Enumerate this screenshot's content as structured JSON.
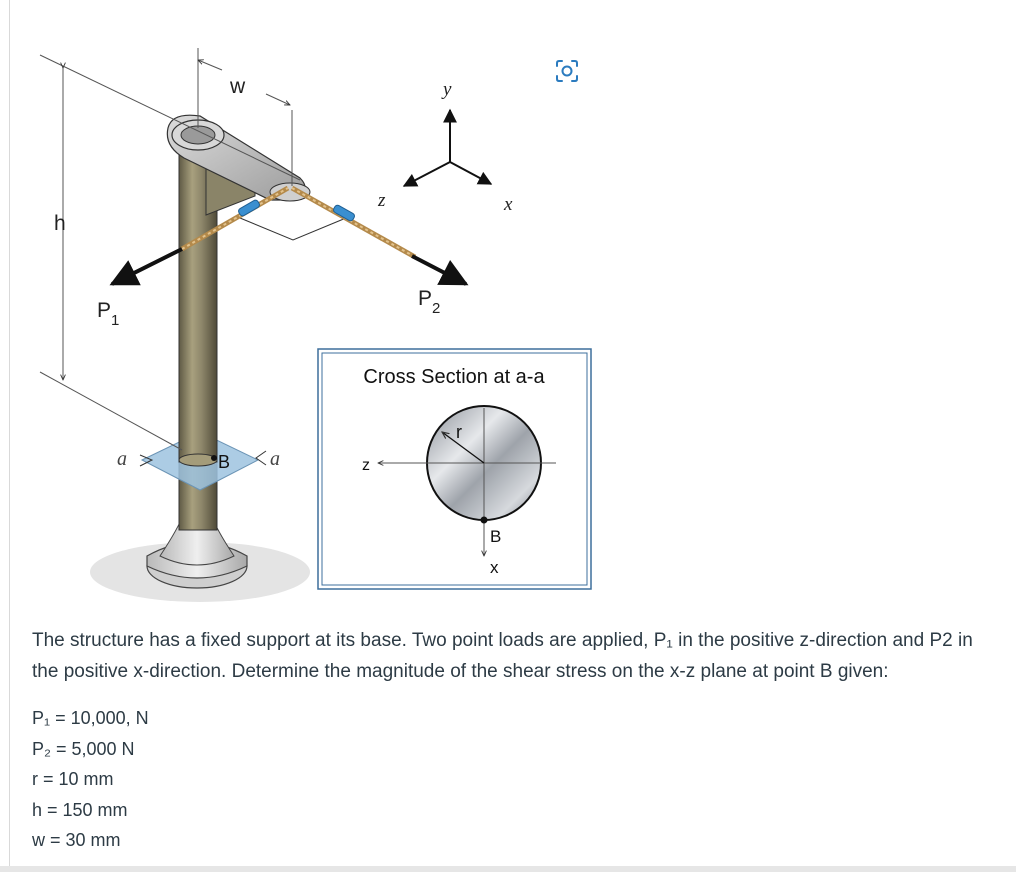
{
  "diagram": {
    "labels": {
      "w": "w",
      "h": "h",
      "p1_main": "P",
      "p1_sub": "1",
      "p2_main": "P",
      "p2_sub": "2",
      "a_left": "a",
      "a_right": "a",
      "point_b": "B",
      "axis_y": "y",
      "axis_z": "z",
      "axis_x": "x"
    },
    "inset": {
      "title": "Cross Section at a-a",
      "radius_label": "r",
      "z_label": "z",
      "b_label": "B",
      "x_label": "x"
    },
    "scan_button": "scan-icon"
  },
  "problem": {
    "text": "The structure has a fixed support at its base. Two point loads are applied, P₁ in the positive z-direction and P2 in the positive x-direction. Determine the magnitude of the shear stress on the x-z plane at point B given:"
  },
  "givens": [
    "P₁ = 10,000, N",
    "P₂ = 5,000 N",
    "r = 10 mm",
    "h = 150 mm",
    "w = 30 mm"
  ]
}
